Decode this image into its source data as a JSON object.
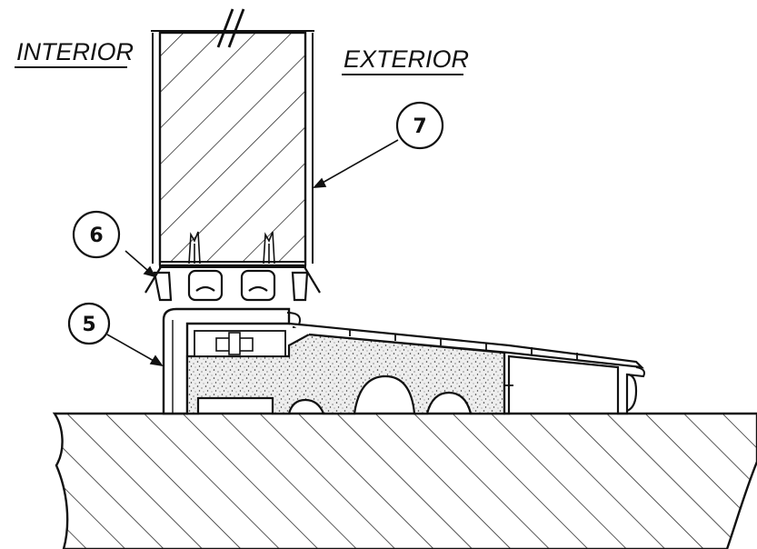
{
  "labels": {
    "interior": "INTERIOR",
    "exterior": "EXTERIOR"
  },
  "callouts": [
    {
      "id": "5",
      "text": "5"
    },
    {
      "id": "6",
      "text": "6"
    },
    {
      "id": "7",
      "text": "7"
    }
  ],
  "colors": {
    "line": "#111111",
    "background": "#ffffff"
  }
}
